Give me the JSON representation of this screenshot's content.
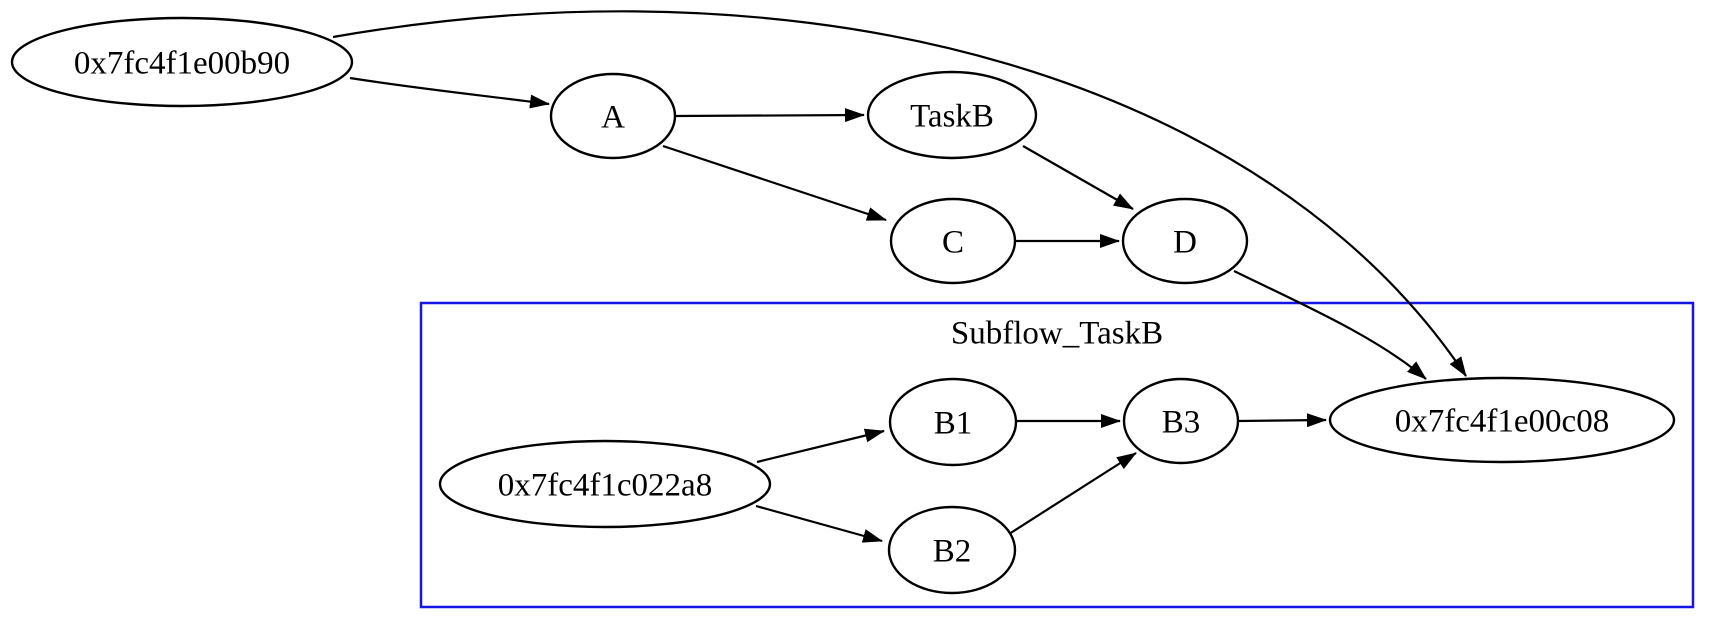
{
  "diagram": {
    "type": "directed-taskflow-graph",
    "background_color": "#ffffff",
    "node_fill_color": "#ffffff",
    "node_border_color": "#000000",
    "edge_color": "#000000",
    "text_color": "#000000",
    "nodes": {
      "flow_start": {
        "label": "0x7fc4f1e00b90",
        "shape": "ellipse"
      },
      "a": {
        "label": "A",
        "shape": "ellipse"
      },
      "taskb": {
        "label": "TaskB",
        "shape": "ellipse"
      },
      "c": {
        "label": "C",
        "shape": "ellipse"
      },
      "d": {
        "label": "D",
        "shape": "ellipse"
      },
      "flow_end": {
        "label": "0x7fc4f1e00c08",
        "shape": "ellipse"
      },
      "subflow_start": {
        "label": "0x7fc4f1c022a8",
        "shape": "ellipse"
      },
      "b1": {
        "label": "B1",
        "shape": "ellipse"
      },
      "b2": {
        "label": "B2",
        "shape": "ellipse"
      },
      "b3": {
        "label": "B3",
        "shape": "ellipse"
      }
    },
    "cluster": {
      "label": "Subflow_TaskB",
      "border_color": "#1515e6",
      "members": [
        "0x7fc4f1c022a8",
        "B1",
        "B2",
        "B3",
        "0x7fc4f1e00c08"
      ]
    },
    "edges": [
      {
        "from": "0x7fc4f1e00b90",
        "to": "A"
      },
      {
        "from": "0x7fc4f1e00b90",
        "to": "0x7fc4f1e00c08"
      },
      {
        "from": "A",
        "to": "TaskB"
      },
      {
        "from": "A",
        "to": "C"
      },
      {
        "from": "TaskB",
        "to": "D"
      },
      {
        "from": "C",
        "to": "D"
      },
      {
        "from": "D",
        "to": "0x7fc4f1e00c08"
      },
      {
        "from": "0x7fc4f1c022a8",
        "to": "B1"
      },
      {
        "from": "0x7fc4f1c022a8",
        "to": "B2"
      },
      {
        "from": "B1",
        "to": "B3"
      },
      {
        "from": "B2",
        "to": "B3"
      },
      {
        "from": "B3",
        "to": "0x7fc4f1e00c08"
      }
    ]
  }
}
